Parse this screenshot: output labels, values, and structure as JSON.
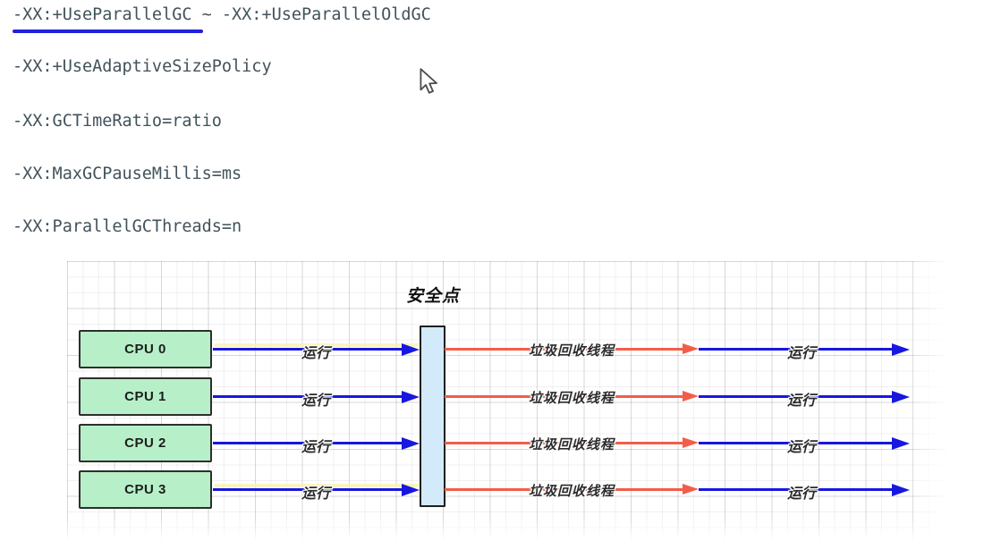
{
  "flags": [
    {
      "text": "-XX:+UseParallelGC ~ -XX:+UseParallelOldGC",
      "underlined_part": "-XX:+UseParallelGC"
    },
    {
      "text": "-XX:+UseAdaptiveSizePolicy"
    },
    {
      "text": "-XX:GCTimeRatio=ratio"
    },
    {
      "text": "-XX:MaxGCPauseMillis=ms"
    },
    {
      "text": "-XX:ParallelGCThreads=n"
    }
  ],
  "diagram": {
    "title": "安全点",
    "cpus": [
      "CPU 0",
      "CPU 1",
      "CPU 2",
      "CPU 3"
    ],
    "labels": {
      "run": "运行",
      "gc_thread": "垃圾回收线程"
    },
    "colors": {
      "cpu_box_fill": "#b7f0c8",
      "safepoint_bar_fill": "#d3eafb",
      "run_arrow": "#1717df",
      "gc_arrow": "#f25d4a",
      "flag_underline": "#2121dd",
      "flag_text": "#42525b"
    }
  }
}
